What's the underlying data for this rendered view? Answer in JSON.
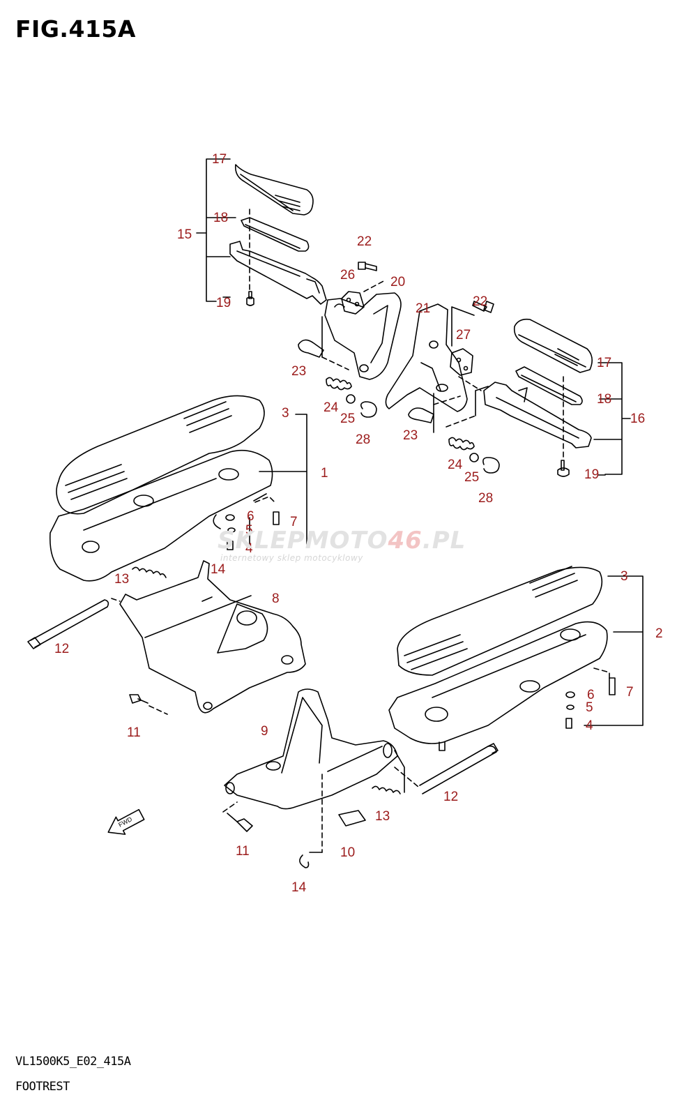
{
  "figure": {
    "title": "FIG.415A",
    "drawing_code": "VL1500K5_E02_415A",
    "section_name": "FOOTREST"
  },
  "watermark": {
    "brand_a": "SKLEPMOTO",
    "brand_b": "46",
    "brand_c": ".PL",
    "tagline": "internetowy sklep motocyklowy"
  },
  "fwd_label": "FWD",
  "colors": {
    "callout": "#9b1b1b",
    "line": "#000000"
  },
  "callouts": [
    {
      "id": "c17a",
      "text": "17"
    },
    {
      "id": "c18a",
      "text": "18"
    },
    {
      "id": "c15",
      "text": "15"
    },
    {
      "id": "c19a",
      "text": "19"
    },
    {
      "id": "c22a",
      "text": "22"
    },
    {
      "id": "c26",
      "text": "26"
    },
    {
      "id": "c20",
      "text": "20"
    },
    {
      "id": "c21",
      "text": "21"
    },
    {
      "id": "c22b",
      "text": "22"
    },
    {
      "id": "c27",
      "text": "27"
    },
    {
      "id": "c23a",
      "text": "23"
    },
    {
      "id": "c24a",
      "text": "24"
    },
    {
      "id": "c25a",
      "text": "25"
    },
    {
      "id": "c28a",
      "text": "28"
    },
    {
      "id": "c17b",
      "text": "17"
    },
    {
      "id": "c18b",
      "text": "18"
    },
    {
      "id": "c16",
      "text": "16"
    },
    {
      "id": "c23b",
      "text": "23"
    },
    {
      "id": "c24b",
      "text": "24"
    },
    {
      "id": "c25b",
      "text": "25"
    },
    {
      "id": "c28b",
      "text": "28"
    },
    {
      "id": "c19b",
      "text": "19"
    },
    {
      "id": "c3a",
      "text": "3"
    },
    {
      "id": "c1",
      "text": "1"
    },
    {
      "id": "c6a",
      "text": "6"
    },
    {
      "id": "c7a",
      "text": "7"
    },
    {
      "id": "c5a",
      "text": "5"
    },
    {
      "id": "c4a",
      "text": "4"
    },
    {
      "id": "c14a",
      "text": "14"
    },
    {
      "id": "c13a",
      "text": "13"
    },
    {
      "id": "c8",
      "text": "8"
    },
    {
      "id": "c12a",
      "text": "12"
    },
    {
      "id": "c3b",
      "text": "3"
    },
    {
      "id": "c2",
      "text": "2"
    },
    {
      "id": "c6b",
      "text": "6"
    },
    {
      "id": "c7b",
      "text": "7"
    },
    {
      "id": "c5b",
      "text": "5"
    },
    {
      "id": "c4b",
      "text": "4"
    },
    {
      "id": "c11a",
      "text": "11"
    },
    {
      "id": "c9",
      "text": "9"
    },
    {
      "id": "c12b",
      "text": "12"
    },
    {
      "id": "c13b",
      "text": "13"
    },
    {
      "id": "c11b",
      "text": "11"
    },
    {
      "id": "c10",
      "text": "10"
    },
    {
      "id": "c14b",
      "text": "14"
    }
  ]
}
